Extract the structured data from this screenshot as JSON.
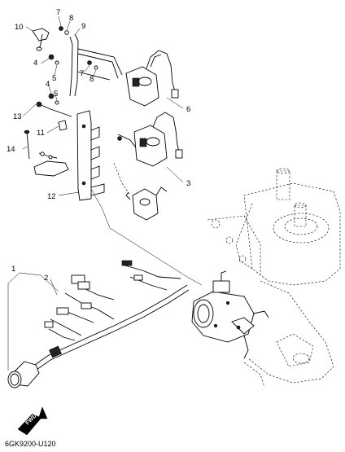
{
  "callouts": {
    "c1": "1",
    "c2": "2",
    "c3": "3",
    "c4a": "4",
    "c4b": "4",
    "c5a": "5",
    "c5b": "5",
    "c6": "6",
    "c7a": "7",
    "c7b": "7",
    "c8a": "8",
    "c8b": "8",
    "c9": "9",
    "c10": "10",
    "c11": "11",
    "c12": "12",
    "c13": "13",
    "c14": "14"
  },
  "fwd_label": "FWD",
  "diagram_code": "6GK9200-U120"
}
